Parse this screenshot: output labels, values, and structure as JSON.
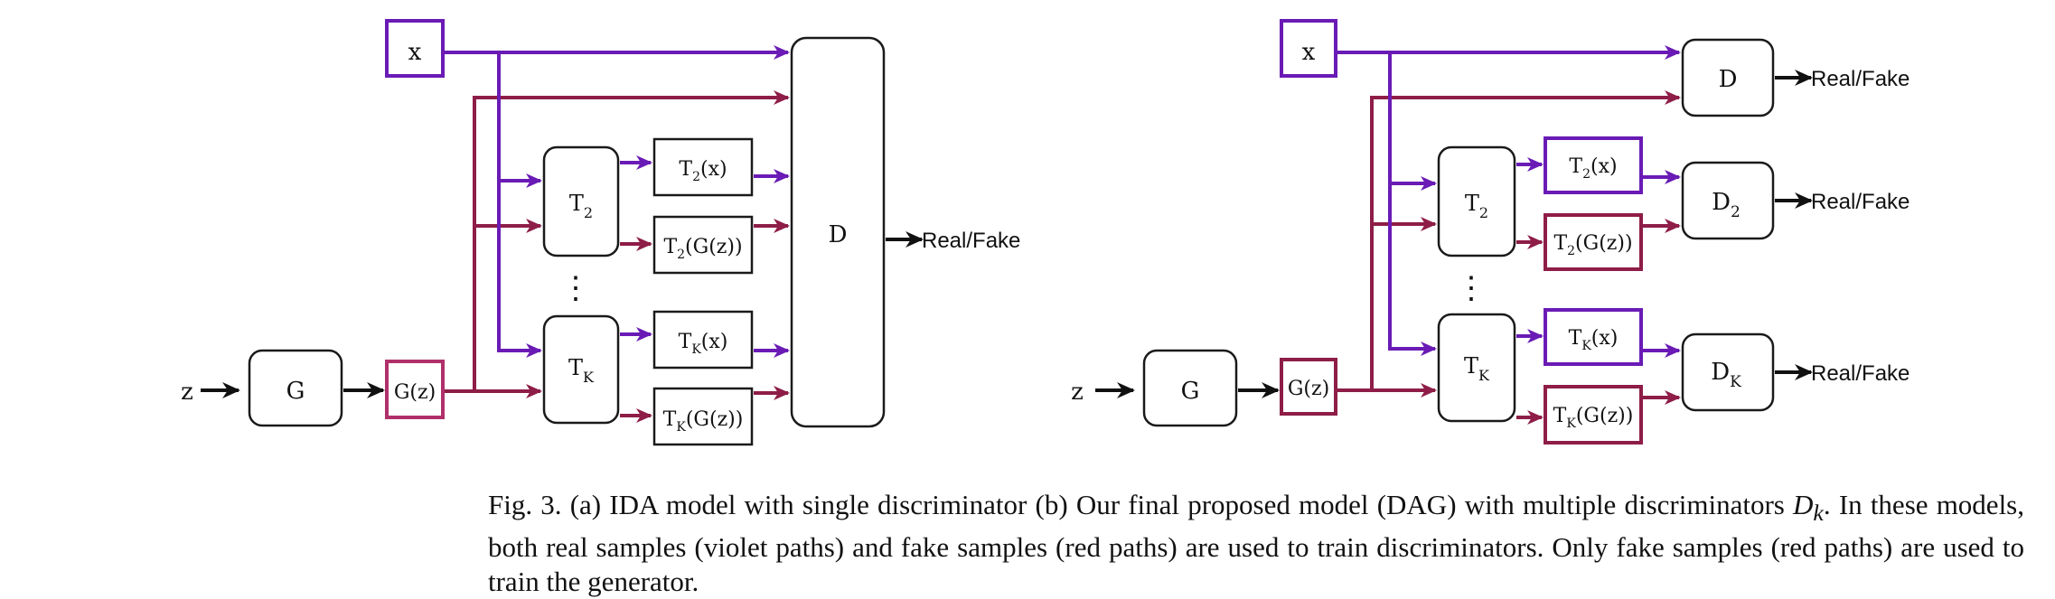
{
  "colors": {
    "real_path": "#6a1bb5",
    "fake_path": "#8e1d47",
    "box_stroke": "#1a1a1a",
    "x_box_a": "#6a1bb5",
    "gz_box_a": "#b0306a",
    "real_box_b": "#6a1bb5",
    "fake_box_b": "#8e1d47"
  },
  "diagram_a": {
    "x": "x",
    "z": "z",
    "g": "G",
    "gz": "G(z)",
    "t2": "T",
    "t2_sub": "2",
    "tk": "T",
    "tk_sub": "K",
    "t2x": "T",
    "t2x_sub": "2",
    "t2x_tail": "(x)",
    "t2g": "T",
    "t2g_sub": "2",
    "t2g_tail": "(G(z))",
    "tkx": "T",
    "tkx_sub": "K",
    "tkx_tail": "(x)",
    "tkg": "T",
    "tkg_sub": "K",
    "tkg_tail": "(G(z))",
    "d": "D",
    "out": "Real/Fake",
    "dots": "⋮"
  },
  "diagram_b": {
    "x": "x",
    "z": "z",
    "g": "G",
    "gz": "G(z)",
    "t2": "T",
    "t2_sub": "2",
    "tk": "T",
    "tk_sub": "K",
    "t2x": "T",
    "t2x_sub": "2",
    "t2x_tail": "(x)",
    "t2g": "T",
    "t2g_sub": "2",
    "t2g_tail": "(G(z))",
    "tkx": "T",
    "tkx_sub": "K",
    "tkx_tail": "(x)",
    "tkg": "T",
    "tkg_sub": "K",
    "tkg_tail": "(G(z))",
    "d": "D",
    "d2": "D",
    "d2_sub": "2",
    "dk": "D",
    "dk_sub": "K",
    "out1": "Real/Fake",
    "out2": "Real/Fake",
    "out3": "Real/Fake",
    "dots": "⋮"
  },
  "caption": {
    "prefix": "Fig. 3.  (a) IDA model with single discriminator (b) Our final proposed model (DAG) with multiple discriminators ",
    "dk": "D",
    "dk_sub": "k",
    "suffix": ". In these models, both real samples (violet paths) and fake samples (red paths) are used to train discriminators. Only fake samples (red paths) are used to train the generator."
  }
}
